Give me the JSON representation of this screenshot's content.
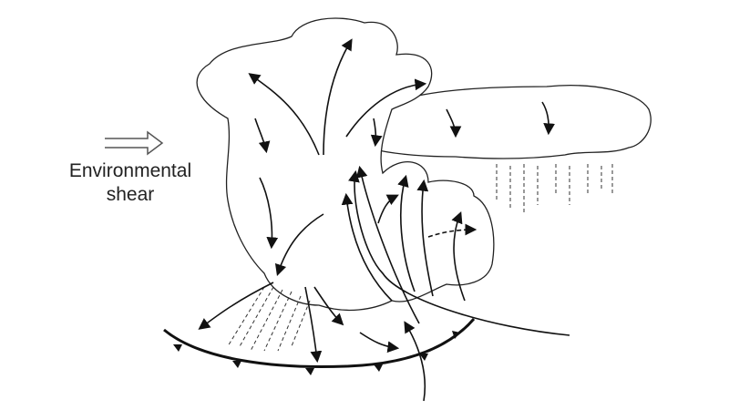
{
  "diagram": {
    "title": "Supercell thunderstorm airflow schematic",
    "shear_label_line1": "Environmental",
    "shear_label_line2": "shear",
    "colors": {
      "ink": "#111111",
      "background": "#ffffff"
    }
  }
}
